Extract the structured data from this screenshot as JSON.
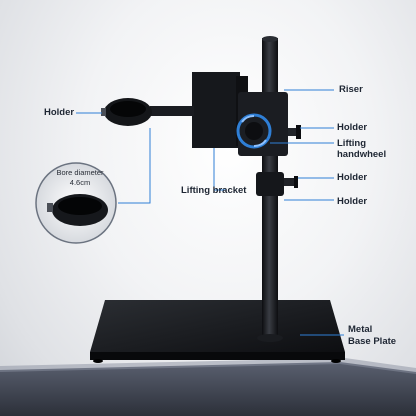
{
  "labels": {
    "riser": "Riser",
    "holder_left": "Holder",
    "holder_right_1": "Holder",
    "lifting_handwheel_line1": "Lifting",
    "lifting_handwheel_line2": "handwheel",
    "lifting_bracket": "Lifting bracket",
    "holder_right_2": "Holder",
    "holder_right_3": "Holder",
    "base_line1": "Metal",
    "base_line2": "Base Plate",
    "bore_title": "Bore diameter",
    "bore_value": "4.6cm"
  },
  "colors": {
    "accent": "#2f7fd6",
    "metal": "#15171b",
    "floor": "#3c4250",
    "wall": "#e9ebee"
  }
}
